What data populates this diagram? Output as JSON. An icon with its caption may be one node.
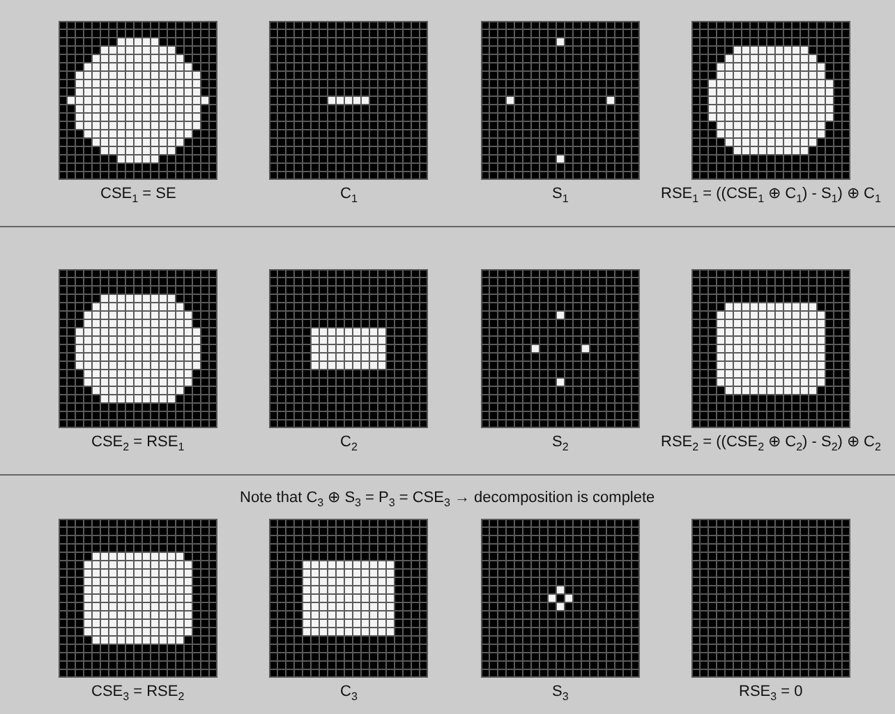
{
  "diagram": {
    "labels": [
      "CSE$_{1}$ = SE",
      "C$_{1}$",
      "S$_{1}$",
      "RSE$_{1}$ = ((CSE$_{1}$ ⊕ C$_{1}$) - S$_{1}$) ⊕ C$_{1}$",
      "CSE$_{2}$ = RSE$_{1}$",
      "C$_{2}$",
      "S$_{2}$",
      "RSE$_{2}$ = ((CSE$_{2}$ ⊕ C$_{2}$) - S$_{2}$) ⊕ C$_{2}$",
      "Note that C$_{3}$ ⊕ S$_{3}$ = P$_{3}$ = CSE$_{3}$ → decomposition is complete",
      "CSE$_{3}$ = RSE$_{2}$",
      "C$_{3}$",
      "S$_{3}$",
      "RSE$_{3}$ = 0"
    ]
  }
}
